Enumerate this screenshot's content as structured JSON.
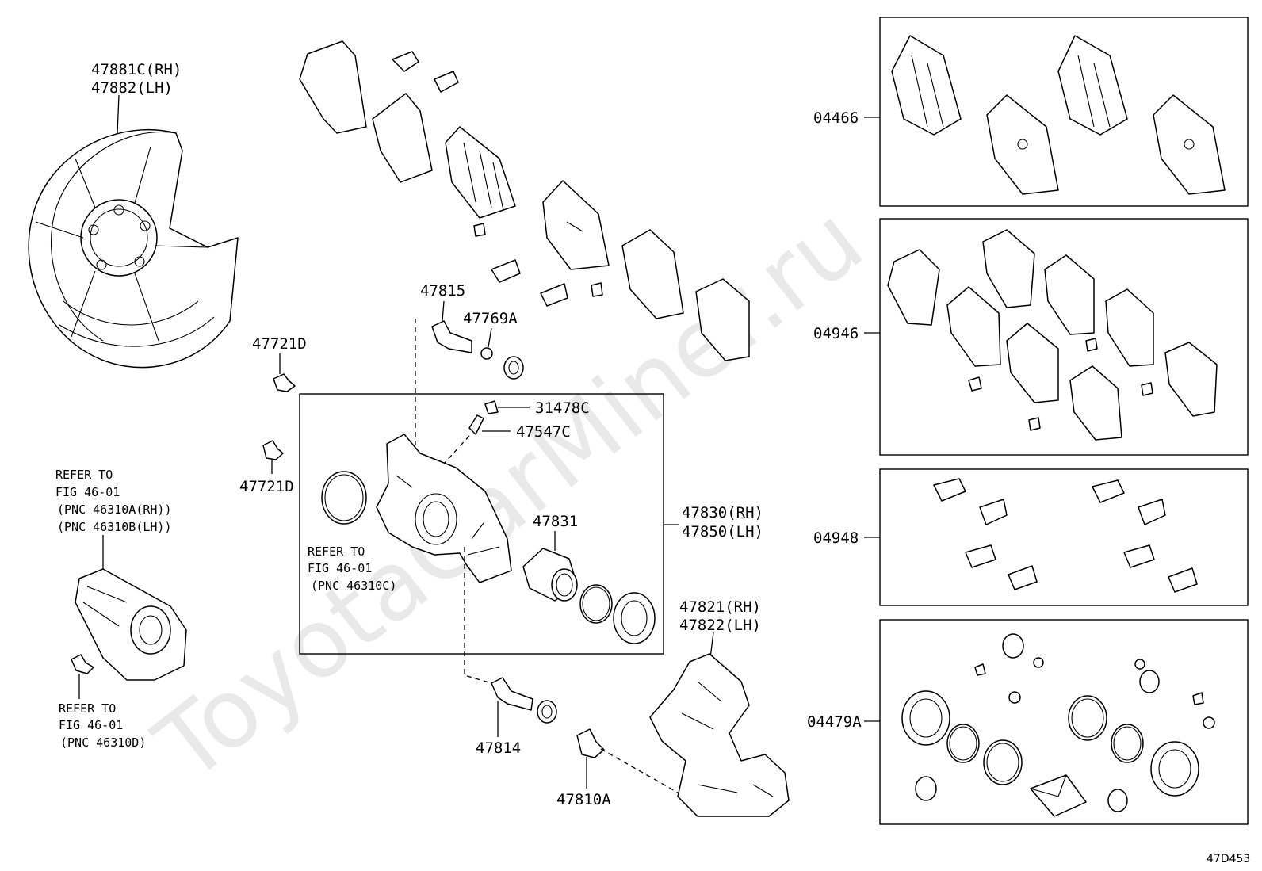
{
  "watermark": "ToyotaCarMiner.ru",
  "diagram_code": "47D453",
  "labels": {
    "shield_rh": "47881C(RH)",
    "shield_lh": "47882(LH)",
    "bolt_top": "47721D",
    "bolt_bottom": "47721D",
    "pin_upper": "47815",
    "boot_upper": "47769A",
    "cap": "31478C",
    "bleeder": "47547C",
    "piston": "47831",
    "caliper_rh": "47830(RH)",
    "caliper_lh": "47850(LH)",
    "mount_rh": "47821(RH)",
    "mount_lh": "47822(LH)",
    "pin_lower": "47814",
    "bolt_mount": "47810A",
    "pad_kit": "04466",
    "shim_kit": "04946",
    "fitting_kit": "04948",
    "seal_kit": "04479A"
  },
  "refs": {
    "motor": [
      "REFER TO",
      "FIG 46-01",
      "(PNC 46310A(RH))",
      "(PNC 46310B(LH))"
    ],
    "motor_bolt": [
      "REFER TO",
      "FIG 46-01",
      "(PNC 46310D)"
    ],
    "seal_ring": [
      "REFER TO",
      "FIG 46-01",
      "(PNC 46310C)"
    ]
  },
  "icons": [
    "dust-shield-icon",
    "brake-pad-icon",
    "shim-icon",
    "clip-icon",
    "bolt-icon",
    "caliper-icon",
    "piston-icon",
    "seal-ring-icon",
    "boot-icon",
    "motor-icon",
    "mounting-bracket-icon"
  ]
}
